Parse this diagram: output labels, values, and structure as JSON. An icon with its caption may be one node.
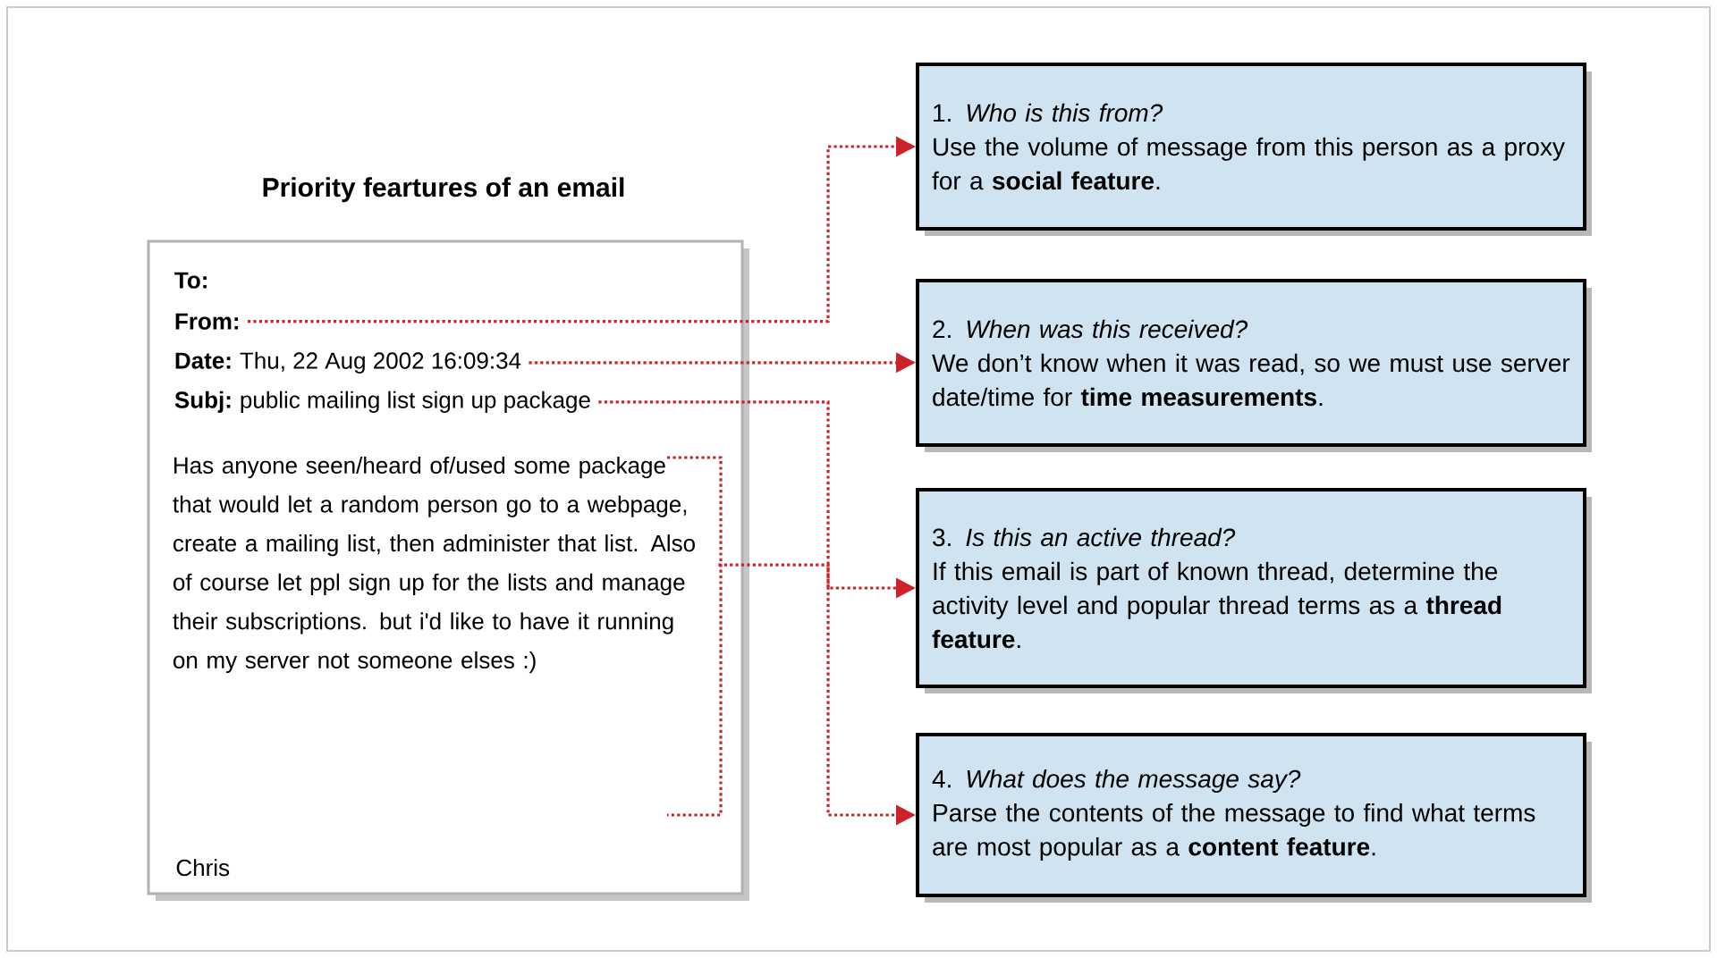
{
  "diagram": {
    "nodes": [
      {
        "text": [
          "Priority feartures of an email"
        ]
      },
      {
        "text": [
          "To:"
        ],
        "in": 0
      },
      {
        "text": [
          "From:"
        ],
        "in": 0
      },
      {
        "text": [
          "Date:",
          "Thu, 22 Aug 2002 16:09:34"
        ],
        "in": 0
      },
      {
        "text": [
          "Subj:",
          "public mailing list sign up package"
        ],
        "in": 0
      },
      {
        "text": [
          "Has anyone seen/heard of/used some package that would let a random person go to a webpage, create a mailing list, then administer that list. Also of course let ppl sign up for the lists and manage their subscriptions. but i'd like to have it running on my server not someone elses :)"
        ],
        "in": 0
      },
      {
        "text": [
          "1. *Who is this from?*",
          "Use the volume of message from this person as a proxy for a **social feature**."
        ]
      },
      {
        "text": [
          "2. *When was this received?*",
          "We don’t know when it was read, so we must use server date/time for **time measurements**."
        ]
      },
      {
        "text": [
          "3. *Is this an active thread?*",
          "If this email is part of known thread, determine the activity level and popular thread terms as a **thread feature**."
        ]
      },
      {
        "text": [
          "4. *What does the message say?*",
          "Parse the contents of the message to find what terms are most popular as a **content feature**."
        ]
      }
    ],
    "edges": [
      {
        "from": 2,
        "to": 6,
        "arrow": "to"
      },
      {
        "from": 3,
        "to": 7,
        "arrow": "to"
      },
      {
        "from": 4,
        "to": 8,
        "arrow": "to"
      },
      {
        "from": 5,
        "to": 9,
        "arrow": "to"
      }
    ],
    "labels": [
      "Chris"
    ]
  }
}
